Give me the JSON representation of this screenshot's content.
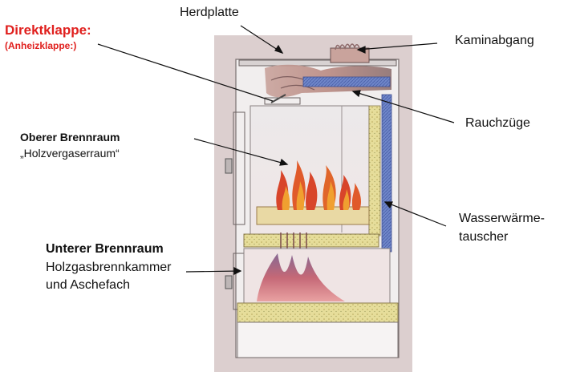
{
  "labels": {
    "direktklappe": "Direktklappe:",
    "anheizklappe": "(Anheizklappe:)",
    "herdplatte": "Herdplatte",
    "kaminabgang": "Kaminabgang",
    "rauchzuege": "Rauchzüge",
    "oberer_title": "Oberer Brennraum",
    "oberer_sub": "„Holzvergaserraum“",
    "wasser_line1": "Wasserwärme-",
    "wasser_line2": "tauscher",
    "unterer_title": "Unterer Brennraum",
    "unterer_line1": "Holzgasbrennkammer",
    "unterer_line2": "und Aschefach"
  },
  "colors": {
    "background_panel": "#dccfcf",
    "accent_red": "#e0201e",
    "water_blue": "#6f86c9",
    "insulation_yellow": "#e6dd9a",
    "flame_red": "#d8452a",
    "flame_orange": "#f0a030"
  }
}
